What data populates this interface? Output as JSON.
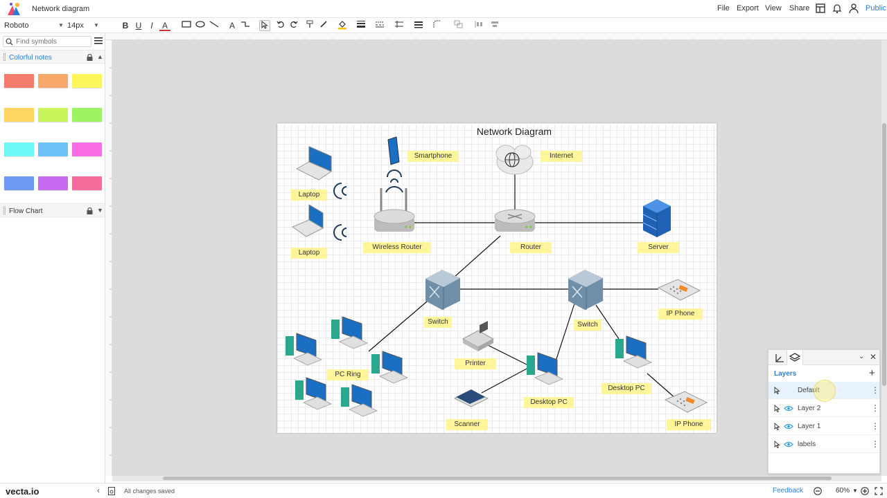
{
  "app": {
    "doc_title": "Network diagram",
    "menu": [
      "File",
      "Export",
      "View",
      "Share"
    ],
    "visibility": "Public",
    "brand": "vecta.io",
    "accent": "#2a7ed8"
  },
  "toolbar": {
    "font": "Roboto",
    "size": "14px",
    "icons": [
      "bold-icon",
      "underline-icon",
      "italic-icon",
      "font-color-icon",
      "rectangle-icon",
      "ellipse-icon",
      "line-icon",
      "text-icon",
      "connector-icon",
      "pointer-icon",
      "undo-icon",
      "redo-icon",
      "format-painter-icon",
      "line-color-icon",
      "fill-color-icon",
      "line-weight-icon",
      "line-style-icon",
      "arrow-style-icon",
      "align-icon",
      "corner-icon",
      "arrange-icon",
      "distribute-icon"
    ],
    "bold": "B",
    "underline": "U",
    "italic": "I",
    "font_color": "A",
    "text_tool": "A"
  },
  "sidebar": {
    "search_placeholder": "Find symbols",
    "sections": [
      {
        "label": "Colorful notes"
      },
      {
        "label": "Flow Chart"
      }
    ],
    "swatches": [
      "#f47c6c",
      "#f9a86b",
      "#fdf65d",
      "#fdd661",
      "#c9f55b",
      "#9df460",
      "#6cf8f4",
      "#6cc3f7",
      "#f96de3",
      "#6f9bf5",
      "#c86bf2",
      "#f46c9c"
    ]
  },
  "diagram": {
    "title": "Network Diagram",
    "labels": {
      "laptop1": "Laptop",
      "laptop2": "Laptop",
      "smartphone": "Smartphone",
      "internet": "Internet",
      "wireless_router": "Wireless Router",
      "router": "Router",
      "server": "Server",
      "switch1": "Switch",
      "switch2": "Switch",
      "ip_phone1": "IP Phone",
      "ip_phone2": "IP Phone",
      "printer": "Printer",
      "pc_ring": "PC Ring",
      "desktop_pc1": "Desktop PC",
      "desktop_pc2": "Desktop PC",
      "scanner": "Scanner"
    },
    "note_color": "#fff59a"
  },
  "layers": {
    "title": "Layers",
    "items": [
      {
        "name": "Default",
        "active": true
      },
      {
        "name": "Layer 2",
        "active": false
      },
      {
        "name": "Layer 1",
        "active": false
      },
      {
        "name": "labels",
        "active": false
      }
    ]
  },
  "status": {
    "saved": "All changes saved",
    "feedback": "Feedback",
    "zoom": "60%"
  }
}
